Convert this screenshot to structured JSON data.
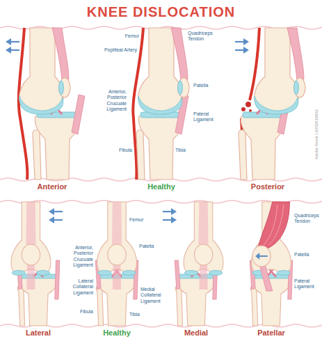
{
  "diagram": {
    "title": "KNEE DISLOCATION",
    "labels": [
      "Femur",
      "Quadriceps Tendon",
      "Popliteal Artery",
      "Patella",
      "Anterior, Posterior Crucuate Ligament",
      "Pateral Ligament",
      "Fibula",
      "Tibia",
      "Anterior",
      "Healthy",
      "Posterior",
      "Femur",
      "Patella",
      "Quadriceps Tendon",
      "Anterior, Posterior Crucuate Ligament",
      "Patella",
      "Lateral Collateral Ligament",
      "Medial Collateral Ligament",
      "Pateral Ligament",
      "Fibula",
      "Tibia",
      "Lateral",
      "Healthy",
      "Medial",
      "Patellar",
      "Adobe Stock | #202510962"
    ]
  }
}
